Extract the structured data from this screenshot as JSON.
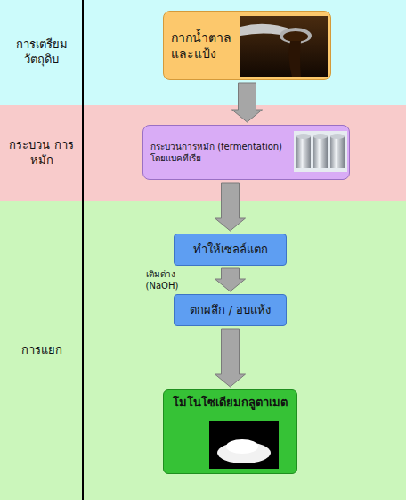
{
  "diagram": {
    "nodes": [
      {
        "text": [
          "การเตรียม วัตถุดิบ"
        ]
      },
      {
        "text": [
          "กากน้ำตาล และแป้ง"
        ],
        "in": 0
      },
      {
        "text": [
          "กระบวน การหมัก"
        ]
      },
      {
        "text": [
          "กระบวนการหมัก (fermentation) โดยแบคทีเรีย"
        ],
        "in": 2
      },
      {
        "text": [
          "การแยก"
        ]
      },
      {
        "text": [
          "ทำให้เซลล์แตก"
        ],
        "in": 4
      },
      {
        "text": [
          "ตกผลึก / อบแห้ง"
        ],
        "in": 4
      },
      {
        "text": [
          "โมโนโซเดียมกลูตาเมต"
        ],
        "in": 4
      }
    ],
    "edges": [
      {
        "from": 1,
        "to": 3,
        "arrow": "to"
      },
      {
        "from": 3,
        "to": 5,
        "arrow": "to"
      },
      {
        "from": 5,
        "to": 6,
        "label": "เติมด่าง (NaOH)",
        "arrow": "to"
      },
      {
        "from": 6,
        "to": 7,
        "arrow": "to"
      }
    ]
  }
}
